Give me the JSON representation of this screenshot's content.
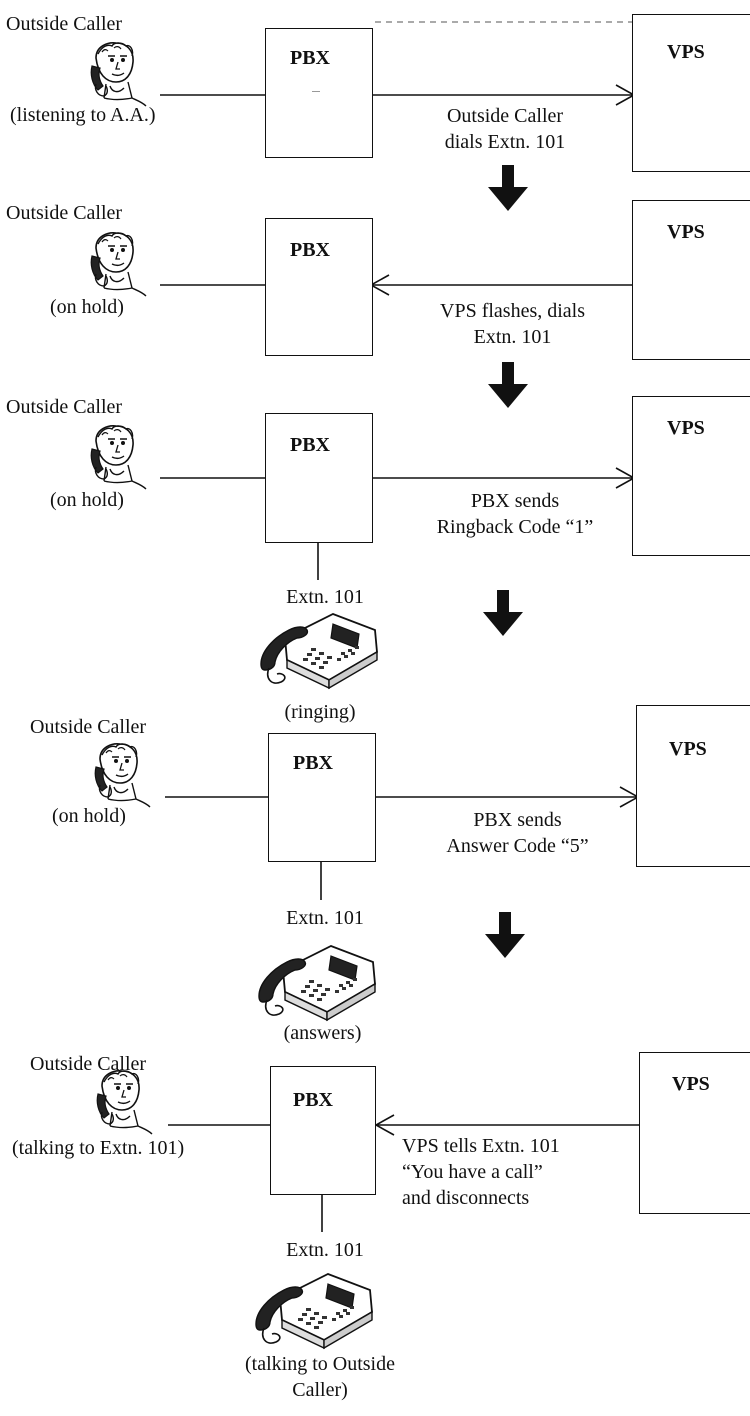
{
  "labels": {
    "outside_caller": "Outside Caller",
    "pbx": "PBX",
    "vps": "VPS",
    "extn": "Extn. 101"
  },
  "icons": {
    "caller": "caller-on-phone-icon",
    "telephone": "desk-telephone-icon",
    "down_arrow": "down-arrow-icon"
  },
  "steps": [
    {
      "caller_state": "(listening to A.A.)",
      "message_line1": "Outside Caller",
      "message_line2": "dials Extn. 101",
      "direction": "to-vps"
    },
    {
      "caller_state": "(on hold)",
      "message_line1": "VPS flashes, dials",
      "message_line2": "Extn. 101",
      "direction": "to-pbx"
    },
    {
      "caller_state": "(on hold)",
      "message_line1": "PBX sends",
      "message_line2": "Ringback Code “1”",
      "direction": "to-vps",
      "phone_state": "(ringing)"
    },
    {
      "caller_state": "(on hold)",
      "message_line1": "PBX sends",
      "message_line2": "Answer Code “5”",
      "direction": "to-vps",
      "phone_state": "(answers)"
    },
    {
      "caller_state": "(talking to Extn. 101)",
      "message_line1": "VPS tells Extn. 101",
      "message_line2": "“You have a call”",
      "message_line3": "and disconnects",
      "direction": "to-pbx",
      "phone_state_line1": "(talking to Outside",
      "phone_state_line2": "Caller)"
    }
  ]
}
